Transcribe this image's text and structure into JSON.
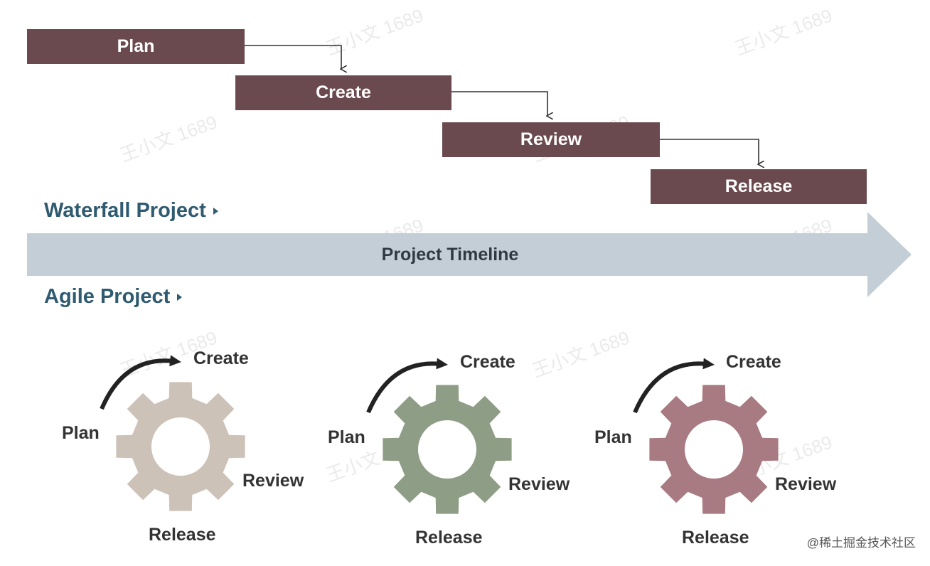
{
  "waterfall": {
    "label": "Waterfall Project",
    "steps": [
      "Plan",
      "Create",
      "Review",
      "Release"
    ]
  },
  "timeline": {
    "label": "Project Timeline",
    "color": "#c3ced6"
  },
  "agile": {
    "label": "Agile Project",
    "cycles": [
      {
        "plan": "Plan",
        "create": "Create",
        "review": "Review",
        "release": "Release",
        "color": "#cdc2b8"
      },
      {
        "plan": "Plan",
        "create": "Create",
        "review": "Review",
        "release": "Release",
        "color": "#8e9d86"
      },
      {
        "plan": "Plan",
        "create": "Create",
        "review": "Review",
        "release": "Release",
        "color": "#a87a82"
      }
    ]
  },
  "step_color": "#6b4a4f",
  "watermark_text": "王小文 1689",
  "credit": "@稀土掘金技术社区"
}
